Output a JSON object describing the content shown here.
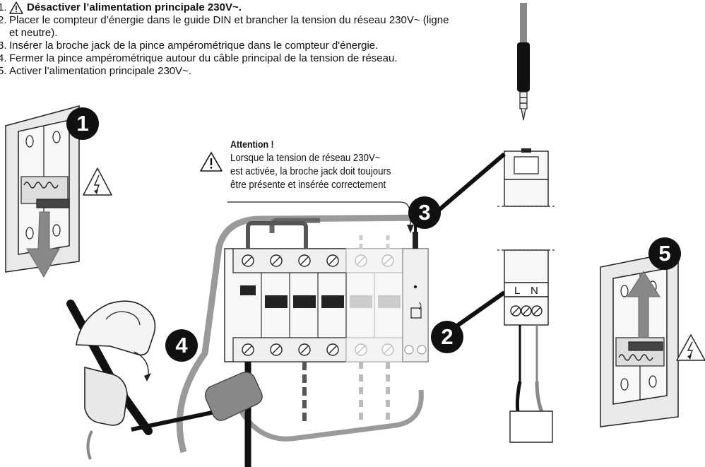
{
  "instructions": [
    {
      "num": "1.",
      "text": "Désactiver l’alimentation principale 230V~.",
      "has_warning_icon": true
    },
    {
      "num": "2.",
      "text": "Placer le compteur d’énergie dans le guide DIN et brancher la tension du réseau 230V~ (ligne et neutre)."
    },
    {
      "num": "3.",
      "text": "Insérer la broche jack de la pince ampérométrique dans le compteur d'énergie."
    },
    {
      "num": "4.",
      "text": "Fermer la pince ampérométrique autour du câble principal de la tension de réseau."
    },
    {
      "num": "5.",
      "text": "Activer l’alimentation principale 230V~."
    }
  ],
  "attention": {
    "title": "Attention !",
    "lines": [
      "Lorsque la tension de réseau 230V~",
      "est activée, la broche jack doit toujours",
      "être présente et insérée correctement"
    ],
    "icon": "warning-triangle-icon"
  },
  "badges": [
    "1",
    "2",
    "3",
    "4",
    "5"
  ],
  "terminal_labels": {
    "live": "L",
    "neutral": "N"
  },
  "icons": {
    "warning": "warning-triangle-icon",
    "shock": "electric-shock-icon",
    "breaker": "circuit-breaker-icon",
    "jack": "jack-plug-icon",
    "clamp": "current-clamp-icon",
    "energy_meter": "energy-meter-icon"
  }
}
